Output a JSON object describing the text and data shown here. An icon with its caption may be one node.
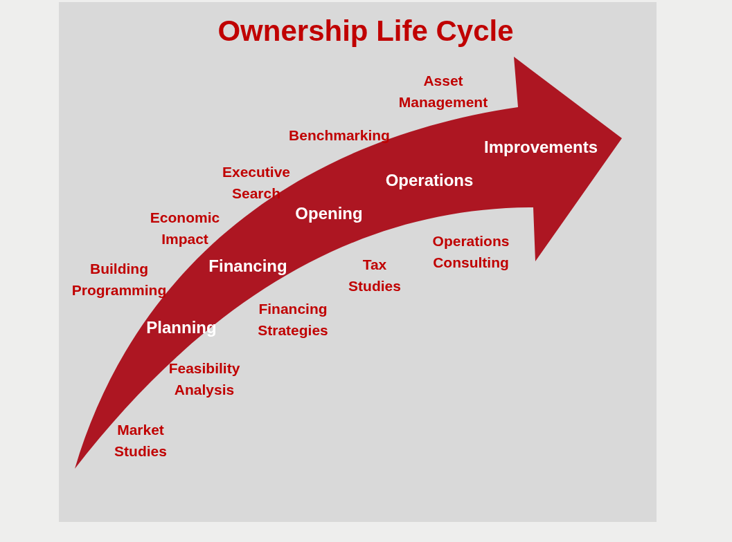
{
  "diagram": {
    "title": "Ownership Life Cycle",
    "nodes": [
      {
        "text": [
          "Planning",
          "Financing",
          "Opening",
          "Operations",
          "Improvements"
        ]
      }
    ],
    "edges": [],
    "labels": [
      "Asset Management",
      "Benchmarking",
      "Executive Search",
      "Economic Impact",
      "Operations Consulting",
      "Building Programming",
      "Tax Studies",
      "Financing Strategies",
      "Feasibility Analysis",
      "Market Studies"
    ]
  }
}
